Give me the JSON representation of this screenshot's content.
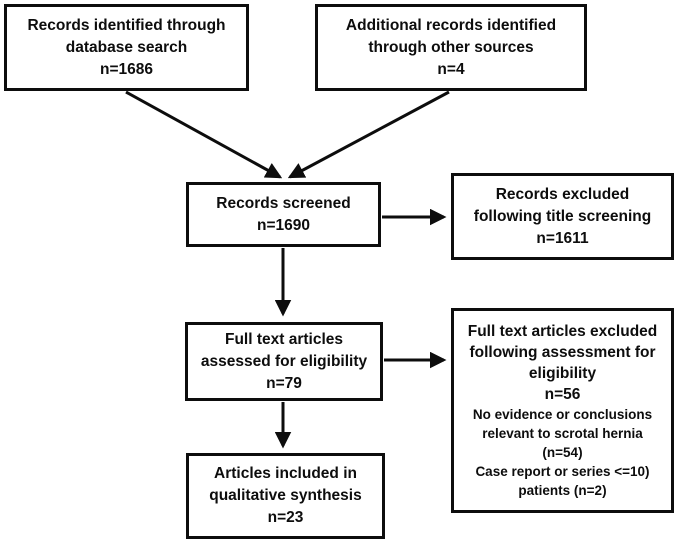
{
  "figure": {
    "type": "prisma-flow-diagram",
    "background_color": "#ffffff",
    "box_border_color": "#0d0d0d",
    "arrow_color": "#0d0d0d",
    "text_color": "#0d0d0d"
  },
  "boxes": [
    {
      "name": "records-identified",
      "lines": [
        "Records identified through",
        "database search",
        "n=1686"
      ]
    },
    {
      "name": "additional-records",
      "lines": [
        "Additional records identified",
        "through other sources",
        "n=4"
      ]
    },
    {
      "name": "records-screened",
      "lines": [
        "Records screened",
        "n=1690"
      ]
    },
    {
      "name": "records-excluded-title-screening",
      "lines": [
        "Records excluded",
        "following title screening",
        "n=1611"
      ]
    },
    {
      "name": "full-text-assessed",
      "lines": [
        "Full text articles",
        "assessed for eligibility",
        "n=79"
      ]
    },
    {
      "name": "full-text-excluded",
      "lines": [
        "Full text articles excluded",
        "following assessment for",
        "eligibility",
        "n=56"
      ],
      "sublines": [
        "No evidence or conclusions",
        "relevant to scrotal hernia",
        "(n=54)",
        "Case report or series <=10)",
        "patients (n=2)"
      ]
    },
    {
      "name": "articles-included",
      "lines": [
        "Articles included in",
        "qualitative synthesis",
        "n=23"
      ]
    }
  ]
}
